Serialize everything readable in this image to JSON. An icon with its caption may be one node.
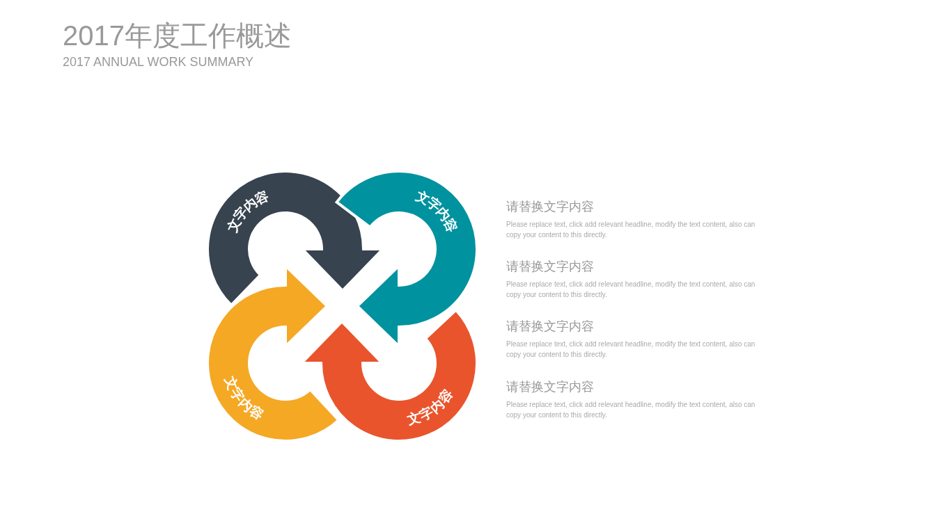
{
  "diagram": {
    "title": "2017年度工作概述",
    "nodes": [
      {
        "text": [
          "文字内容"
        ]
      },
      {
        "text": [
          "文字内容"
        ]
      },
      {
        "text": [
          "文字内容"
        ]
      },
      {
        "text": [
          "文字内容"
        ]
      }
    ],
    "labels": [
      "2017 ANNUAL WORK SUMMARY",
      "请替换文字内容",
      "Please replace text, click add relevant headline, modify the text content, also can copy your content to this directly.",
      "请替换文字内容",
      "Please replace text, click add relevant headline, modify the text content, also can copy your content to this directly.",
      "请替换文字内容",
      "Please replace text, click add relevant headline, modify the text content, also can copy your content to this directly.",
      "请替换文字内容",
      "Please replace text, click add relevant headline, modify the text content, also can copy your content to this directly."
    ]
  }
}
